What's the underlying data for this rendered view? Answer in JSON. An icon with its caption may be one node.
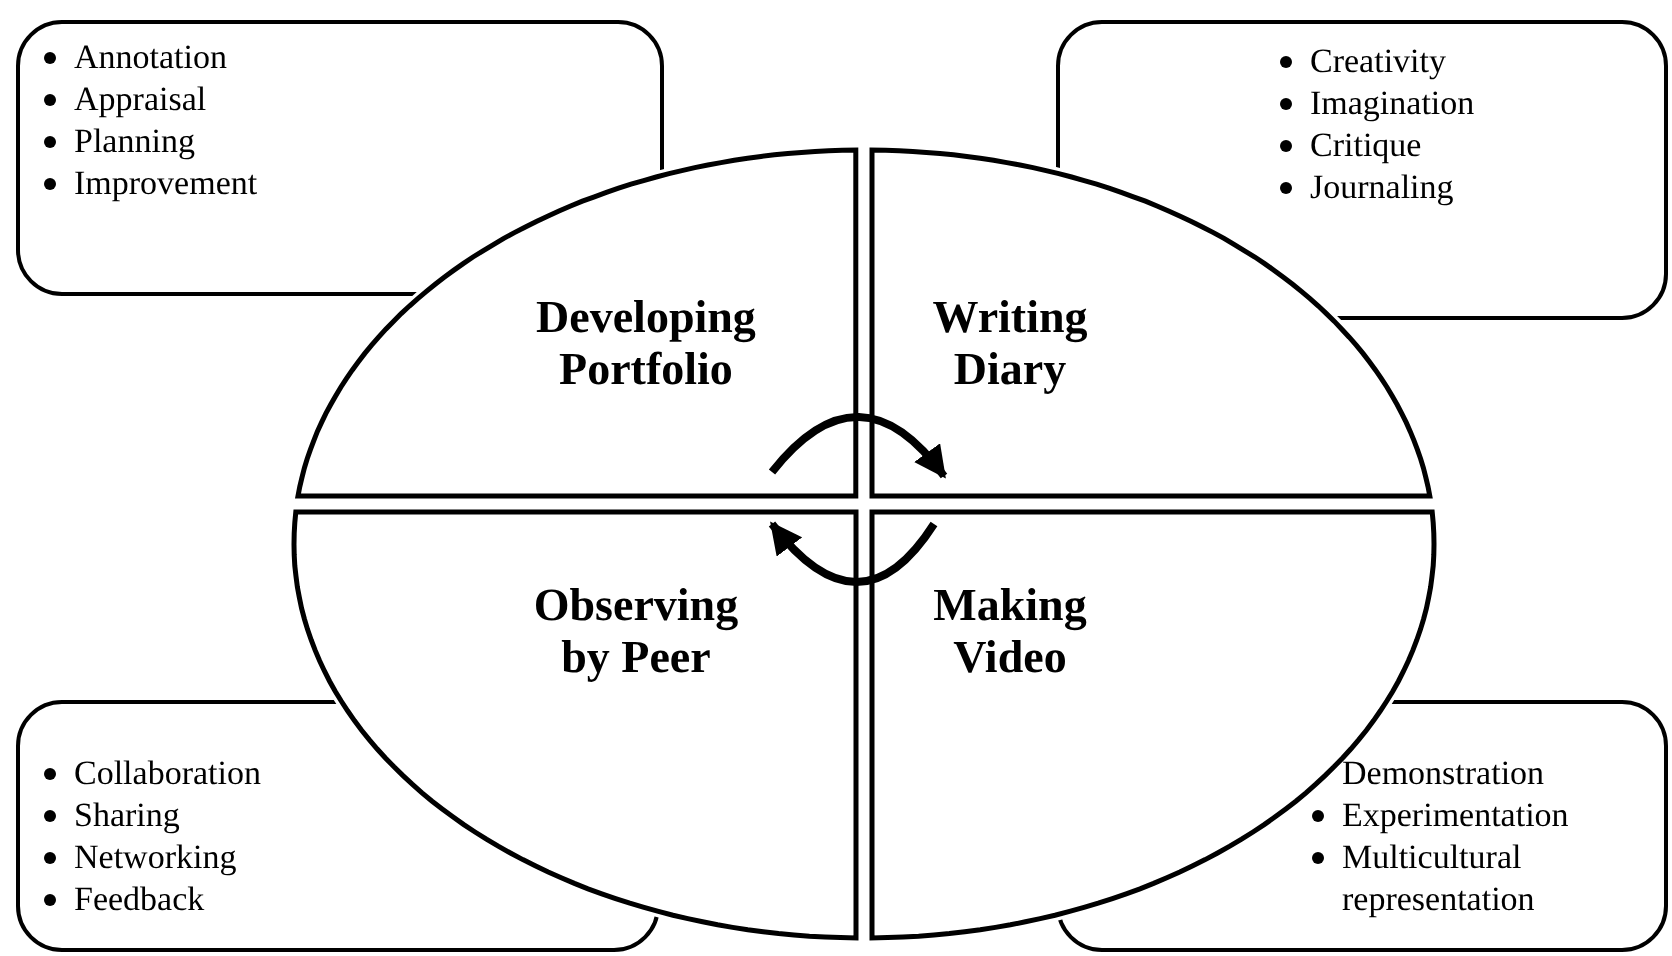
{
  "diagram": {
    "nodes": [
      {
        "text": [
          "Annotation",
          "Appraisal",
          "Planning",
          "Improvement"
        ]
      },
      {
        "text": [
          "Creativity",
          "Imagination",
          "Critique",
          "Journaling"
        ]
      },
      {
        "text": [
          "Developing Portfolio"
        ]
      },
      {
        "text": [
          "Writing Diary"
        ]
      },
      {
        "text": [
          "Observing by Peer"
        ]
      },
      {
        "text": [
          "Making Video"
        ]
      },
      {
        "text": [
          "Collaboration",
          "Sharing",
          "Networking",
          "Feedback"
        ]
      },
      {
        "text": [
          "Demonstration",
          "Experimentation",
          "Multicultural representation"
        ]
      }
    ],
    "edges": [
      {
        "from": 2,
        "to": 3,
        "arrow": "to"
      },
      {
        "from": 5,
        "to": 4,
        "arrow": "to"
      }
    ]
  }
}
